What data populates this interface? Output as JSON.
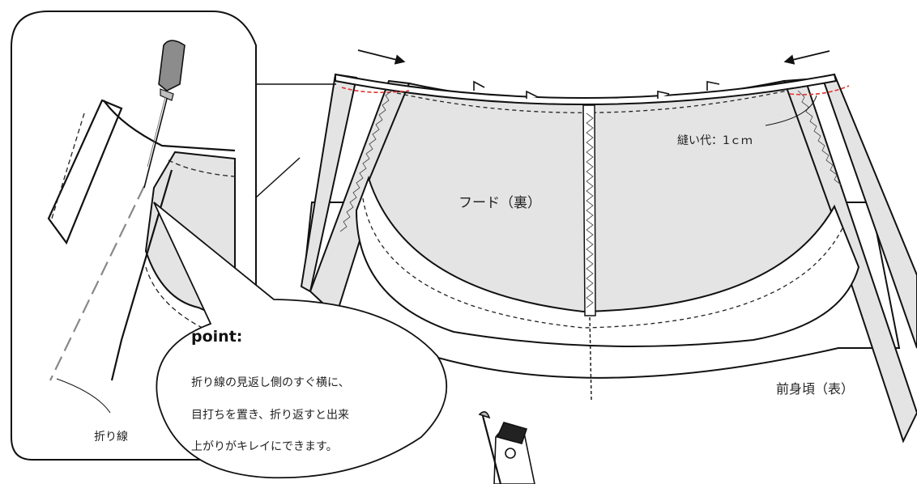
{
  "labels": {
    "hood": "フード（裏）",
    "seam_allowance": "縫い代：1ｃｍ",
    "front_body": "前身頃（表）",
    "fold_line": "折り線"
  },
  "point": {
    "title": "point:",
    "lines": [
      "折り線の見返し側のすぐ横に、",
      "目打ちを置き、折り返すと出来",
      "上がりがキレイにできます。"
    ]
  },
  "colors": {
    "fabric_wrong_side": "#e4e4e4",
    "fabric_right_side": "#ffffff",
    "outline": "#111111",
    "stitch": "#222222",
    "seam_line_red": "#e0322c",
    "awl_handle": "#8c8c8c"
  },
  "icons": [
    "awl-icon",
    "mascot-icon",
    "arrow-right-icon",
    "arrow-left-icon"
  ]
}
